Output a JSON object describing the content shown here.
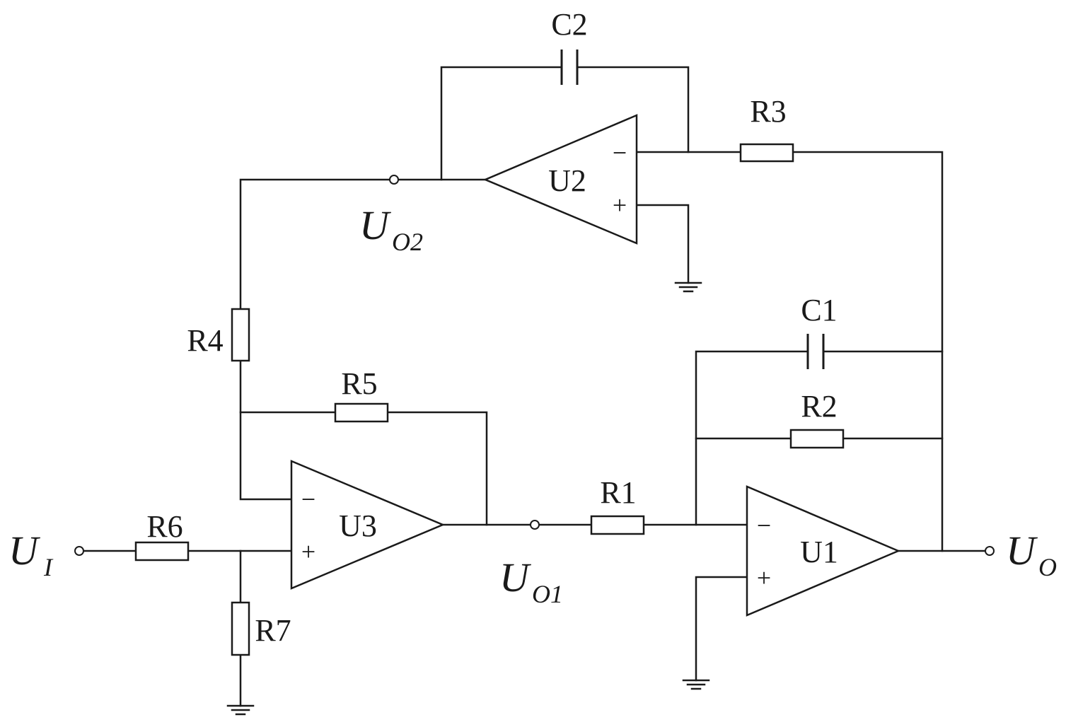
{
  "opamps": {
    "u1": {
      "label": "U1",
      "minus": "−",
      "plus": "+"
    },
    "u2": {
      "label": "U2",
      "minus": "−",
      "plus": "+"
    },
    "u3": {
      "label": "U3",
      "minus": "−",
      "plus": "+"
    }
  },
  "resistors": {
    "r1": "R1",
    "r2": "R2",
    "r3": "R3",
    "r4": "R4",
    "r5": "R5",
    "r6": "R6",
    "r7": "R7"
  },
  "capacitors": {
    "c1": "C1",
    "c2": "C2"
  },
  "nodes": {
    "input": {
      "main": "U",
      "sub": "I"
    },
    "output": {
      "main": "U",
      "sub": "O"
    },
    "uo1": {
      "main": "U",
      "sub": "O1"
    },
    "uo2": {
      "main": "U",
      "sub": "O2"
    }
  },
  "colors": {
    "line": "#1a1a1a",
    "background": "#ffffff"
  }
}
